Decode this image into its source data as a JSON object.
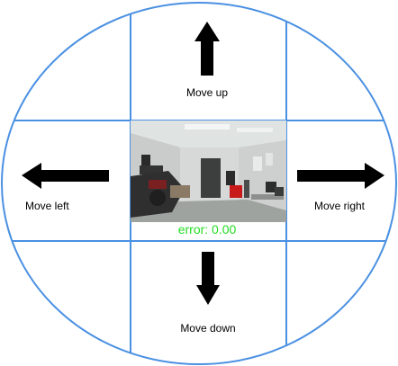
{
  "controls": {
    "up_label": "Move up",
    "down_label": "Move down",
    "left_label": "Move left",
    "right_label": "Move right"
  },
  "camera": {
    "error_text": "error: 0.00"
  },
  "colors": {
    "pad_outline": "#4a90e2",
    "arrow": "#000000",
    "error_text": "#22dd22"
  },
  "icons": {
    "up": "arrow-up-icon",
    "down": "arrow-down-icon",
    "left": "arrow-left-icon",
    "right": "arrow-right-icon"
  }
}
